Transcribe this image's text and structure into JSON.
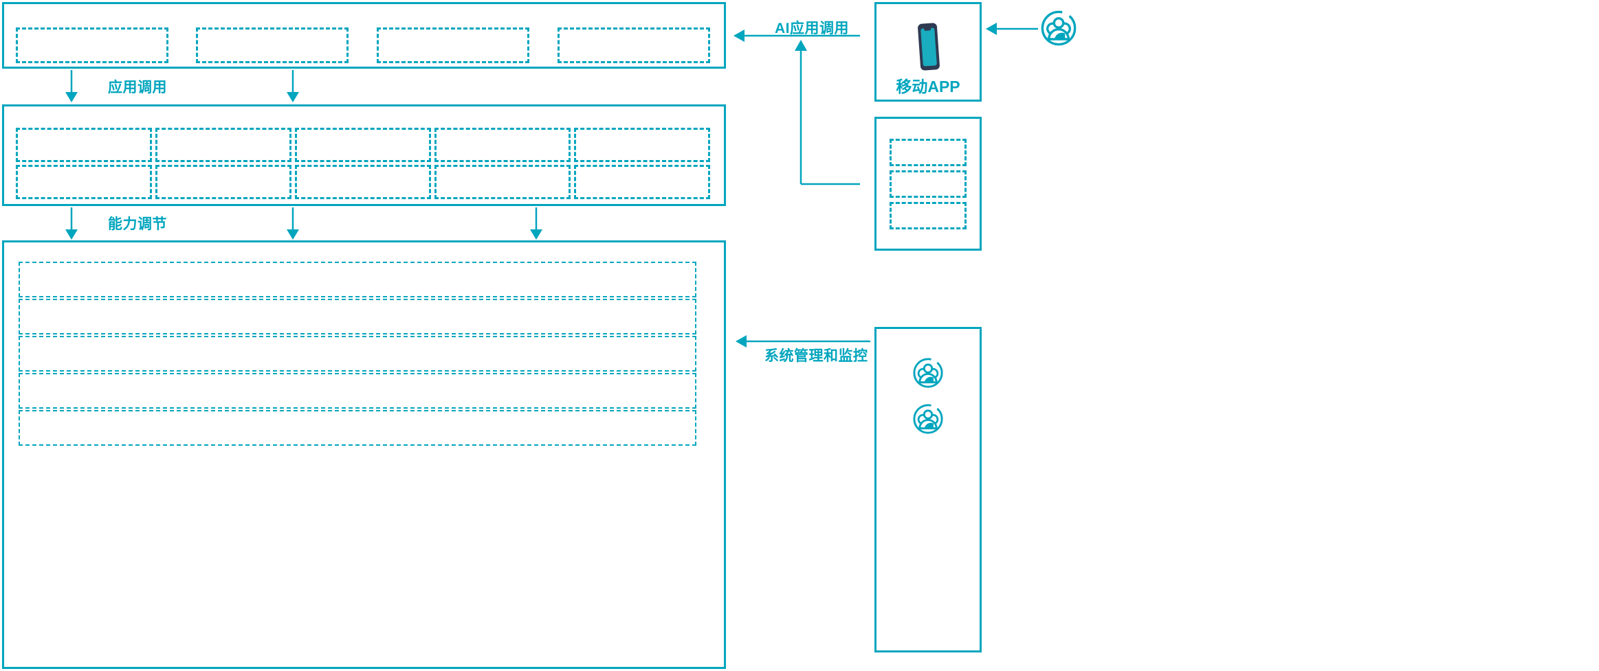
{
  "theme": {
    "accent": "#00A5BE",
    "phone_body": "#2E3A52",
    "phone_screen": "#1AACBF",
    "background": "#FFFFFF"
  },
  "diagram": {
    "type": "architecture-block-diagram",
    "title": "",
    "layers": [
      {
        "id": "application-layer",
        "name": "application-layer",
        "label": "",
        "slots": [
          "",
          "",
          "",
          ""
        ]
      },
      {
        "id": "capability-layer",
        "name": "capability-layer",
        "label": "",
        "columns": 5,
        "rows": 2,
        "slots": [
          "",
          "",
          "",
          "",
          "",
          "",
          "",
          "",
          "",
          ""
        ]
      },
      {
        "id": "platform-layer",
        "name": "platform-layer",
        "label": "",
        "slots": [
          "",
          "",
          "",
          "",
          ""
        ]
      }
    ],
    "connectors": [
      {
        "id": "app-call",
        "label": "应用调用",
        "direction": "down"
      },
      {
        "id": "capability-tuning",
        "label": "能力调节",
        "direction": "down"
      },
      {
        "id": "ai-app-call",
        "label": "AI应用调用",
        "direction": "left"
      },
      {
        "id": "system-admin-monitor",
        "label": "系统管理和监控",
        "direction": "left"
      }
    ],
    "right_column": [
      {
        "id": "mobile-app-node",
        "name": "mobile-app",
        "label": "移动APP",
        "icon": "smartphone-icon"
      },
      {
        "id": "service-list-node",
        "name": "service-list",
        "label": "",
        "slots": [
          "",
          "",
          ""
        ]
      },
      {
        "id": "operations-users-node",
        "name": "operations-users",
        "label": "",
        "icons": [
          "user-group-icon",
          "user-group-icon"
        ]
      }
    ],
    "actors": [
      {
        "id": "end-user-actor",
        "name": "end-user",
        "icon": "user-group-icon",
        "label": ""
      }
    ]
  }
}
